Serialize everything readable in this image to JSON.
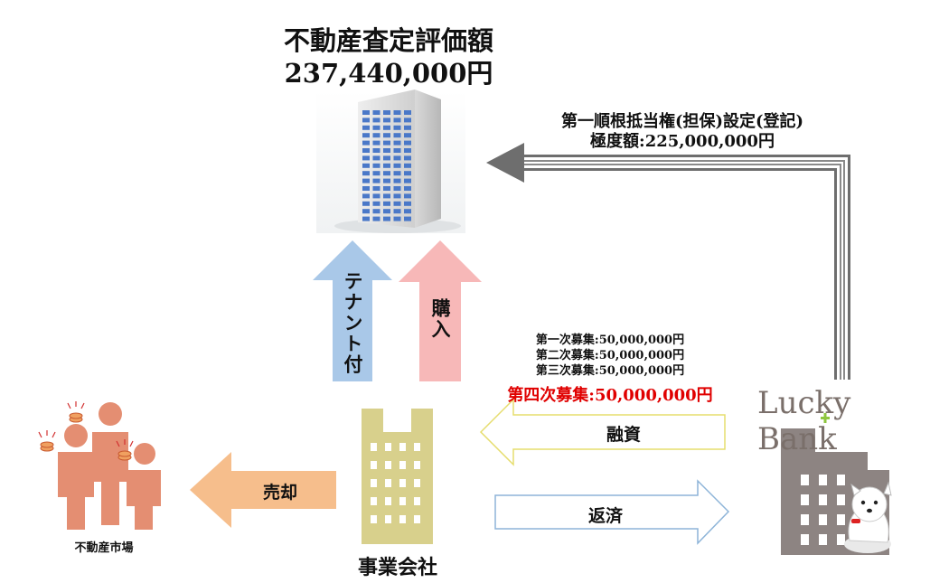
{
  "header": {
    "title": "不動産査定評価額",
    "amount": "237,440,000円"
  },
  "lien": {
    "line1": "第一順根抵当権(担保)設定(登記)",
    "line2": "極度額:225,000,000円"
  },
  "arrows": {
    "tenant": "テナント付",
    "purchase": "購入",
    "sale": "売却",
    "financing": "融資",
    "repayment": "返済"
  },
  "rounds": [
    "第一次募集:50,000,000円",
    "第二次募集:50,000,000円",
    "第三次募集:50,000,000円"
  ],
  "round4": "第四次募集:50,000,000円",
  "brand": {
    "name_part1": "Lucky",
    "name_part2": "Bank"
  },
  "company_label": "事業会社",
  "market_label": "不動産市場",
  "colors": {
    "tenant_arrow": "#a9c8e8",
    "purchase_arrow": "#f7b8b8",
    "sale_arrow": "#f6be8c",
    "financing_arrow_border": "#e8e07a",
    "repayment_arrow_border": "#8db4d8",
    "company_building": "#d8d08c",
    "bank_building": "#8d8482",
    "people": "#e48e72",
    "round4_text": "#e00000"
  }
}
